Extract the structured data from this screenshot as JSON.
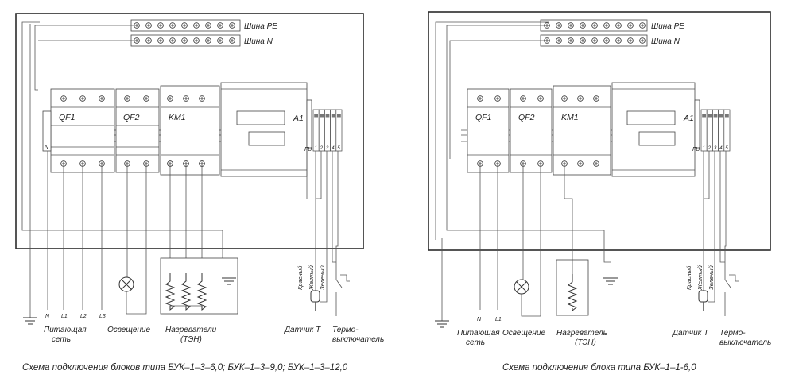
{
  "diagrams": [
    {
      "bus_pe": "Шина PE",
      "bus_n": "Шина N",
      "breakers": [
        "QF1",
        "QF2"
      ],
      "contactor": "KM1",
      "controller": "A1",
      "fuse": "FU",
      "n_marker": "N",
      "terminal_numbers": [
        "1",
        "2",
        "3",
        "4",
        "5"
      ],
      "wire_colors": [
        "Красный",
        "Желтый",
        "Зеленый"
      ],
      "line_labels": [
        "N",
        "L1",
        "L2",
        "L3"
      ],
      "supply_label": [
        "Питающая",
        "сеть"
      ],
      "lighting_label": "Освещение",
      "heater_label": [
        "Нагреватели",
        "(ТЭН)"
      ],
      "sensor_label": "Датчик Т",
      "thermo_switch_label": [
        "Термо-",
        "выключатель"
      ],
      "caption": "Схема подключения блоков типа БУК–1–3–6,0; БУК–1–3–9,0; БУК–1–3–12,0"
    },
    {
      "bus_pe": "Шина PE",
      "bus_n": "Шина N",
      "breakers": [
        "QF1",
        "QF2"
      ],
      "contactor": "KM1",
      "controller": "A1",
      "fuse": "FU",
      "terminal_numbers": [
        "1",
        "2",
        "3",
        "4",
        "5"
      ],
      "wire_colors": [
        "Красный",
        "Желтый",
        "Зеленый"
      ],
      "line_labels": [
        "N",
        "L1"
      ],
      "supply_label": [
        "Питающая",
        "сеть"
      ],
      "lighting_label": "Освещение",
      "heater_label": [
        "Нагреватель",
        "(ТЭН)"
      ],
      "sensor_label": "Датчик Т",
      "thermo_switch_label": [
        "Термо-",
        "выключатель"
      ],
      "caption": "Схема подключения блока типа БУК–1–1-6,0"
    }
  ]
}
